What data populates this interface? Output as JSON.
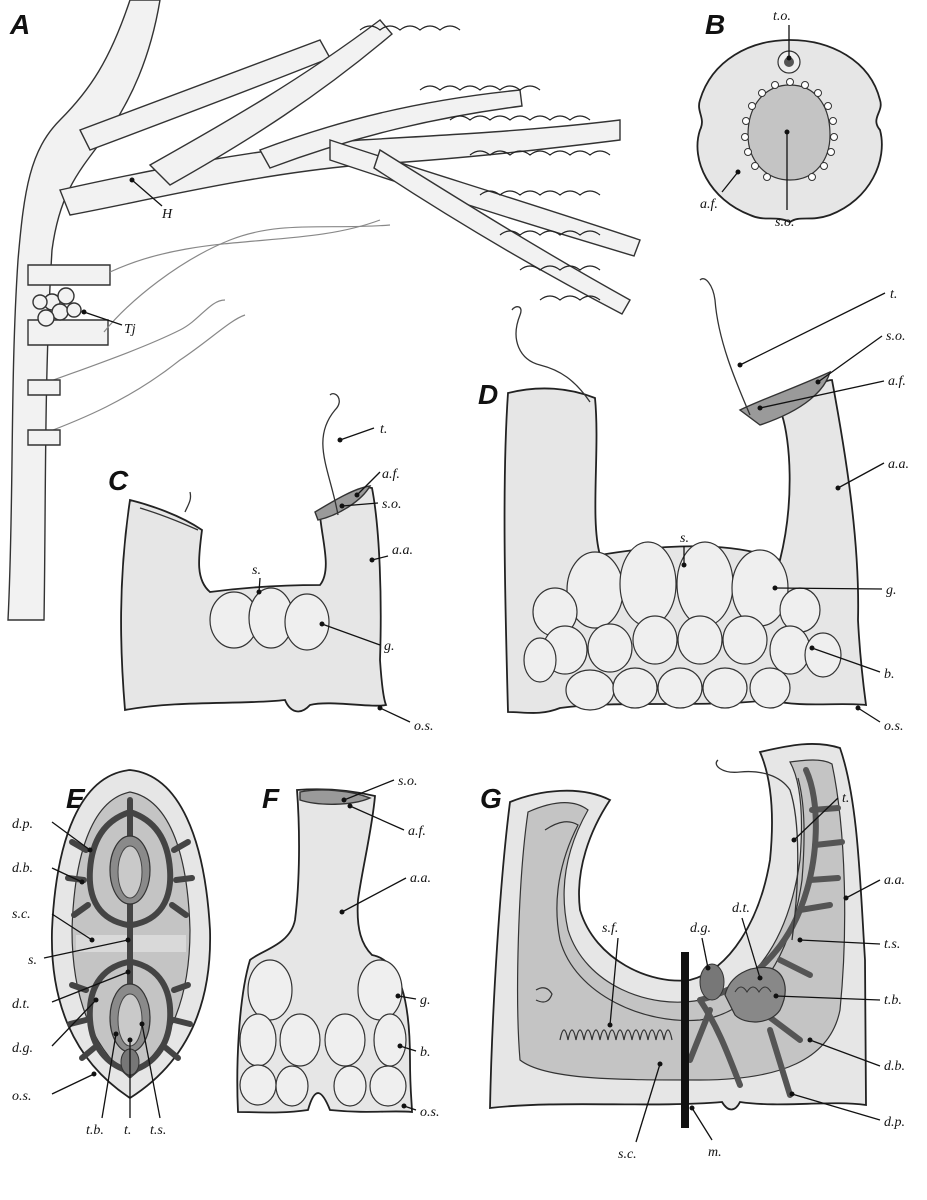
{
  "panels": {
    "A": {
      "letter": "A",
      "labels": [
        "H",
        "Tj"
      ]
    },
    "B": {
      "letter": "B",
      "labels": [
        "t.o.",
        "a.f.",
        "s.o."
      ]
    },
    "C": {
      "letter": "C",
      "labels": [
        "t.",
        "a.f.",
        "s.o.",
        "a.a.",
        "s.",
        "g.",
        "o.s."
      ]
    },
    "D": {
      "letter": "D",
      "labels": [
        "t.",
        "s.o.",
        "a.f.",
        "a.a.",
        "s.",
        "g.",
        "b.",
        "o.s."
      ]
    },
    "E": {
      "letter": "E",
      "labels": [
        "d.p.",
        "d.b.",
        "s.c.",
        "s.",
        "d.t.",
        "d.g.",
        "o.s.",
        "t.b.",
        "t.",
        "t.s."
      ]
    },
    "F": {
      "letter": "F",
      "labels": [
        "s.o.",
        "a.f.",
        "a.a.",
        "g.",
        "b.",
        "o.s."
      ]
    },
    "G": {
      "letter": "G",
      "labels": [
        "t.",
        "a.a.",
        "s.f.",
        "d.g.",
        "d.t.",
        "t.s.",
        "t.b.",
        "d.b.",
        "d.p.",
        "s.c.",
        "m."
      ]
    }
  },
  "colors": {
    "ink": "#111111",
    "body_fill": "#e6e6e6",
    "dark_fill": "#9a9a9a",
    "mid_fill": "#c4c4c4"
  }
}
